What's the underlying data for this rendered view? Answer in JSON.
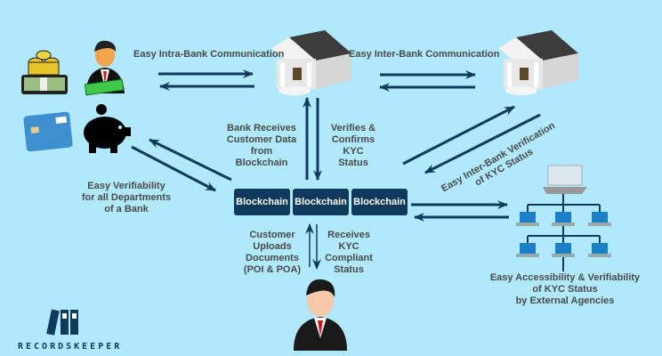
{
  "diagram": {
    "labels": {
      "intra_bank": "Easy Intra-Bank Communication",
      "inter_bank": "Easy Inter-Bank Communication",
      "bank_receives": [
        "Bank Receives",
        "Customer Data",
        "from",
        "Blockchain"
      ],
      "verifies": [
        "Verifies &",
        "Confirms",
        "KYC",
        "Status"
      ],
      "verifiability_depts": [
        "Easy Verifiability",
        "for all Departments",
        "of a Bank"
      ],
      "inter_bank_verification": [
        "Easy Inter-Bank Verification",
        "of KYC Status"
      ],
      "customer_uploads": [
        "Customer",
        "Uploads",
        "Documents",
        "(POI & POA)"
      ],
      "receives_kyc": [
        "Receives",
        "KYC",
        "Compliant",
        "Status"
      ],
      "external_agencies": [
        "Easy Accessibility & Verifiability",
        "of KYC Status",
        "by External Agencies"
      ]
    },
    "blockchain_blocks": [
      "Blockchain",
      "Blockchain",
      "Blockchain"
    ],
    "icons": [
      "money-stack-icon",
      "banker-with-money-icon",
      "credit-card-icon",
      "piggy-bank-icon",
      "bank-building-icon",
      "bank-building-icon",
      "network-computers-icon",
      "customer-person-icon",
      "binders-logo-icon"
    ],
    "brand": "RECORDSKEEPER",
    "colors": {
      "background": "#afe9fb",
      "arrow": "#0f3a5e",
      "block": "#0f3a5e",
      "label": "#4a4a4a"
    }
  }
}
